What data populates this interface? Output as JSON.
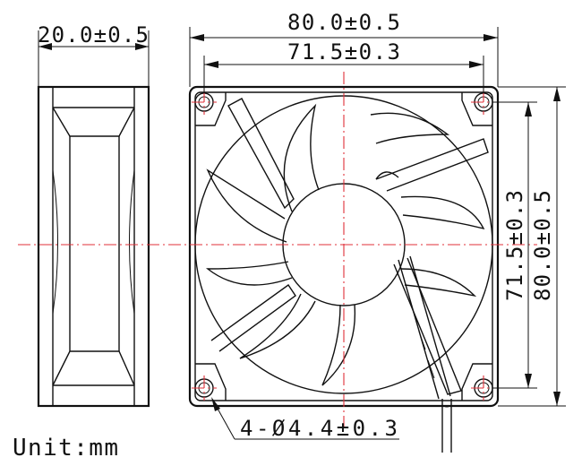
{
  "dimensions": {
    "side_depth": "20.0±0.5",
    "overall_width": "80.0±0.5",
    "hole_spacing_horizontal": "71.5±0.3",
    "hole_spacing_vertical": "71.5±0.3",
    "overall_height": "80.0±0.5",
    "mounting_holes": "4-Ø4.4±0.3"
  },
  "unit_note": "Unit:mm",
  "colors": {
    "line": "#111111",
    "centerline": "#e0303a"
  }
}
